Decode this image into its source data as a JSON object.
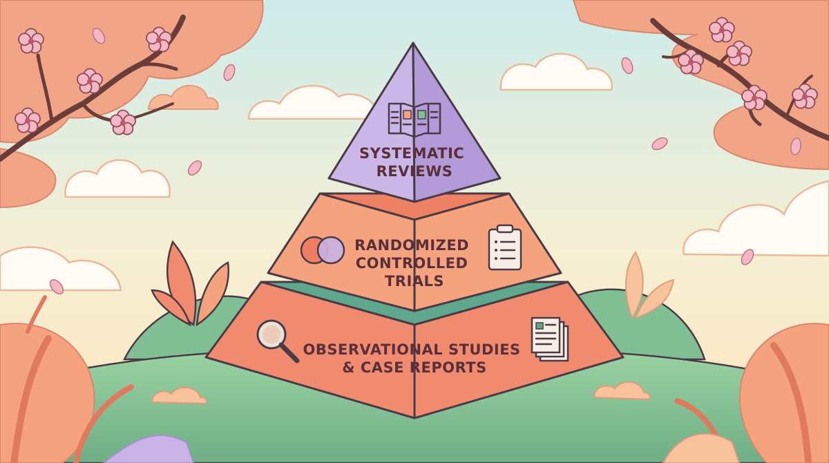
{
  "pyramid": {
    "tiers": [
      {
        "id": "top",
        "lines": [
          "SYSTEMATIC",
          "REVIEWS"
        ],
        "icon": "open-book-icon"
      },
      {
        "id": "middle",
        "lines": [
          "RANDOMIZED",
          "CONTROLLED",
          "TRIALS"
        ],
        "icons": [
          "venn-diagram-icon",
          "clipboard-icon"
        ]
      },
      {
        "id": "bottom",
        "lines": [
          "OBSERVATIONAL STUDIES",
          "& CASE REPORTS"
        ],
        "icons": [
          "magnifier-icon",
          "document-stack-icon"
        ]
      }
    ]
  },
  "colors": {
    "ink": "#4a3a45",
    "label_text": "#5a2f3a",
    "top_face_left": "#c9b3e6",
    "top_face_right": "#b39bd9",
    "middle_face": "#f4a37e",
    "middle_top": "#ee8064",
    "bottom_face": "#f08b6f",
    "teal_band": "#5fa88e",
    "hill": "#8fc99a",
    "sky_top": "#cdebeb",
    "sky_bottom": "#fde9c4",
    "blossom": "#f3b8c4"
  }
}
